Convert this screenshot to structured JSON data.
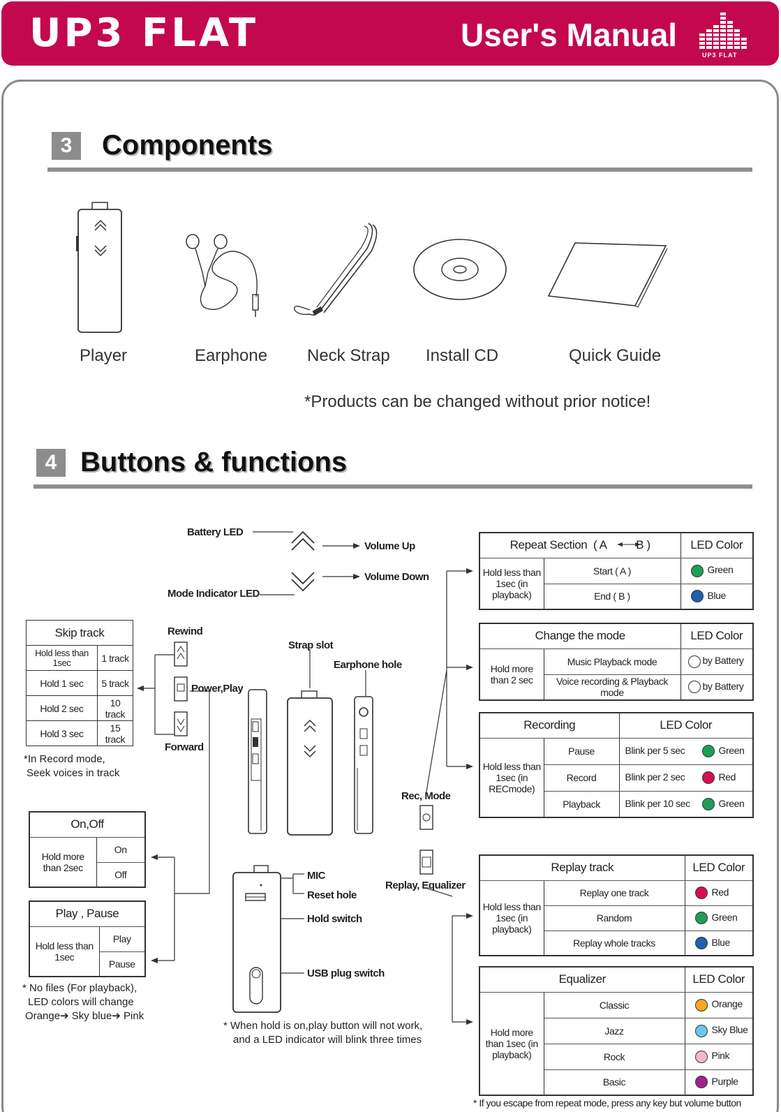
{
  "header": {
    "logo": "UP3 FLAT",
    "title": "User's Manual",
    "logo_small": "UP3 FLAT",
    "color": "#c4084e"
  },
  "components": {
    "number": "3",
    "title": "Components",
    "items": [
      "Player",
      "Earphone",
      "Neck Strap",
      "Install CD",
      "Quick Guide"
    ],
    "notice": "*Products can be changed without prior notice!"
  },
  "buttons": {
    "number": "4",
    "title": "Buttons & functions",
    "labels": {
      "battery_led": "Battery LED",
      "volume_up": "Volume Up",
      "volume_down": "Volume Down",
      "mode_led": "Mode Indicator LED",
      "rewind": "Rewind",
      "power_play": "Power,Play",
      "forward": "Forward",
      "strap_slot": "Strap slot",
      "earphone_hole": "Earphone hole",
      "rec_mode": "Rec, Mode",
      "replay_eq": "Replay, Equalizer",
      "mic": "MIC",
      "reset_hole": "Reset hole",
      "hold_switch": "Hold switch",
      "usb_switch": "USB plug switch"
    },
    "notes": {
      "record_mode": [
        "*In Record mode,",
        "Seek voices in track"
      ],
      "no_files": [
        "* No files (For playback),",
        "LED colors will change",
        "Orange➔ Sky blue➔ Pink"
      ],
      "hold": [
        "* When hold is on,play button will not work,",
        "and a LED indicator will blink three times"
      ],
      "escape": "* If you escape from repeat mode, press any key but volume button"
    },
    "skip_track": {
      "title": "Skip track",
      "rows": [
        [
          "Hold less than 1sec",
          "1 track"
        ],
        [
          "Hold 1 sec",
          "5 track"
        ],
        [
          "Hold 2 sec",
          "10 track"
        ],
        [
          "Hold 3 sec",
          "15 track"
        ]
      ]
    },
    "on_off": {
      "title": "On,Off",
      "hold": "Hold more than 2sec",
      "rows": [
        "On",
        "Off"
      ]
    },
    "play_pause": {
      "title": "Play , Pause",
      "hold": "Hold less than 1sec",
      "rows": [
        "Play",
        "Pause"
      ]
    },
    "repeat": {
      "title": "Repeat Section",
      "a": "A",
      "b": "B",
      "led_header": "LED Color",
      "hold": "Hold less than 1sec (in playback)",
      "rows": [
        {
          "action": "Start ( A )",
          "color_name": "Green",
          "color": "#1e9e55"
        },
        {
          "action": "End ( B )",
          "color_name": "Blue",
          "color": "#1f5fae"
        }
      ]
    },
    "change_mode": {
      "title": "Change the mode",
      "led_header": "LED Color",
      "hold": "Hold more than 2 sec",
      "rows": [
        {
          "action": "Music Playback mode",
          "color_name": "by Battery",
          "color": "#ffffff"
        },
        {
          "action": "Voice recording & Playback mode",
          "color_name": "by Battery",
          "color": "#ffffff"
        }
      ]
    },
    "recording": {
      "title": "Recording",
      "led_header": "LED Color",
      "hold": "Hold less than 1sec (in RECmode)",
      "rows": [
        {
          "action": "Pause",
          "blink": "Blink per 5 sec",
          "color_name": "Green",
          "color": "#1e9e55"
        },
        {
          "action": "Record",
          "blink": "Blink per 2 sec",
          "color_name": "Red",
          "color": "#d6104f"
        },
        {
          "action": "Playback",
          "blink": "Blink per 10 sec",
          "color_name": "Green",
          "color": "#1e9e55"
        }
      ]
    },
    "replay": {
      "title": "Replay track",
      "led_header": "LED Color",
      "hold": "Hold less than 1sec (in playback)",
      "rows": [
        {
          "action": "Replay one track",
          "color_name": "Red",
          "color": "#d6104f"
        },
        {
          "action": "Random",
          "color_name": "Green",
          "color": "#1e9e55"
        },
        {
          "action": "Replay whole tracks",
          "color_name": "Blue",
          "color": "#1f5fae"
        }
      ]
    },
    "equalizer": {
      "title": "Equalizer",
      "led_header": "LED Color",
      "hold": "Hold more than 1sec (in playback)",
      "rows": [
        {
          "action": "Classic",
          "color_name": "Orange",
          "color": "#f5a623"
        },
        {
          "action": "Jazz",
          "color_name": "Sky Blue",
          "color": "#6cc7ee"
        },
        {
          "action": "Rock",
          "color_name": "Pink",
          "color": "#f4b6d3"
        },
        {
          "action": "Basic",
          "color_name": "Purple",
          "color": "#a0218f"
        }
      ]
    }
  }
}
